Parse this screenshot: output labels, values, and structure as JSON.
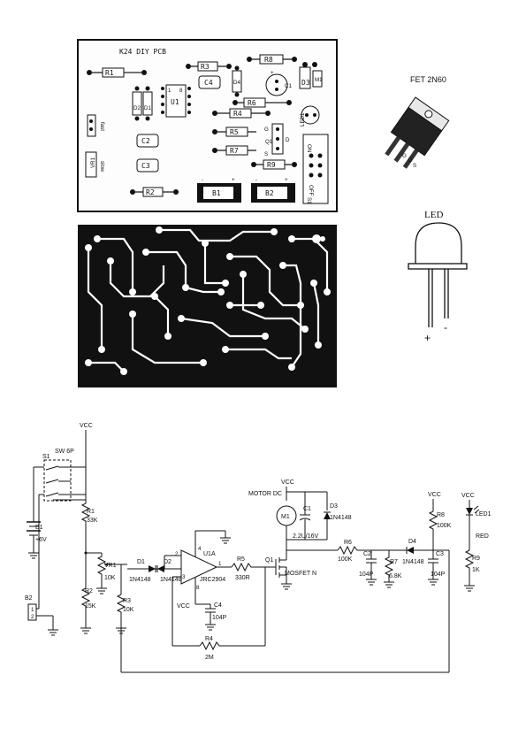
{
  "silkscreen": {
    "title": "K24 DIY PCB",
    "labels": {
      "r1": "R1",
      "r2": "R2",
      "r3": "R3",
      "r4": "R4",
      "r5": "R5",
      "r6": "R6",
      "r7": "R7",
      "r8": "R8",
      "r9": "R9",
      "c1": "C1",
      "c2": "C2",
      "c3": "C3",
      "c4": "C4",
      "d1": "D1",
      "d2": "D2",
      "d3": "D3",
      "d4": "D4",
      "u1": "U1",
      "vr1": "VR1",
      "led1": "LED1",
      "q1": "Q1",
      "m1": "M1",
      "b1": "B1",
      "b2": "B2",
      "on": "ON",
      "off": "OFF",
      "s1": "S1",
      "fast": "fast",
      "slow": "slow",
      "g": "G",
      "d": "D",
      "s": "S",
      "plus": "+",
      "minus": "-",
      "one": "1",
      "eight": "8"
    }
  },
  "fet_panel": {
    "title": "FET 2N60",
    "g": "G",
    "d": "D",
    "s": "S"
  },
  "led_panel": {
    "title": "LED",
    "plus": "+",
    "minus": "-"
  },
  "schematic": {
    "vcc": "VCC",
    "s1": "S1",
    "sw": "SW 6P",
    "b1": "B1",
    "b1_val": "+6V",
    "b2": "B2",
    "b2_pin1": "1",
    "b2_pin2": "2",
    "r1": "R1",
    "r1_val": "33K",
    "r2": "R2",
    "r2_val": "15K",
    "r3": "R3",
    "r3_val": "10K",
    "vr1": "VR1",
    "vr1_val": "10K",
    "d1": "D1",
    "d1_val": "1N4148",
    "d2": "D2",
    "d2_val": "1N4148",
    "u1a": "U1A",
    "u1a_val": "JRC2904",
    "pin1": "1",
    "pin2": "2",
    "pin3": "3",
    "pin4": "4",
    "pin8": "8",
    "vcc_pin": "VCC",
    "c4": "C4",
    "c4_val": "104P",
    "r4": "R4",
    "r4_val": "2M",
    "r5": "R5",
    "r5_val": "330R",
    "q1": "Q1",
    "q1_val": "MOSFET N",
    "motor": "MOTOR DC",
    "m1": "M1",
    "c1": "C1",
    "c1_val": "2.2U/16V",
    "d3": "D3",
    "d3_val": "1N4148",
    "r6": "R6",
    "r6_val": "100K",
    "c2": "C2",
    "c2_val": "104P",
    "r7": "R7",
    "r7_val": "6.8K",
    "d4": "D4",
    "d4_val": "1N4148",
    "c3": "C3",
    "c3_val": "104P",
    "r8": "R8",
    "r8_val": "100K",
    "led1": "LED1",
    "led1_val": "RED",
    "r9": "R9",
    "r9_val": "1K"
  }
}
